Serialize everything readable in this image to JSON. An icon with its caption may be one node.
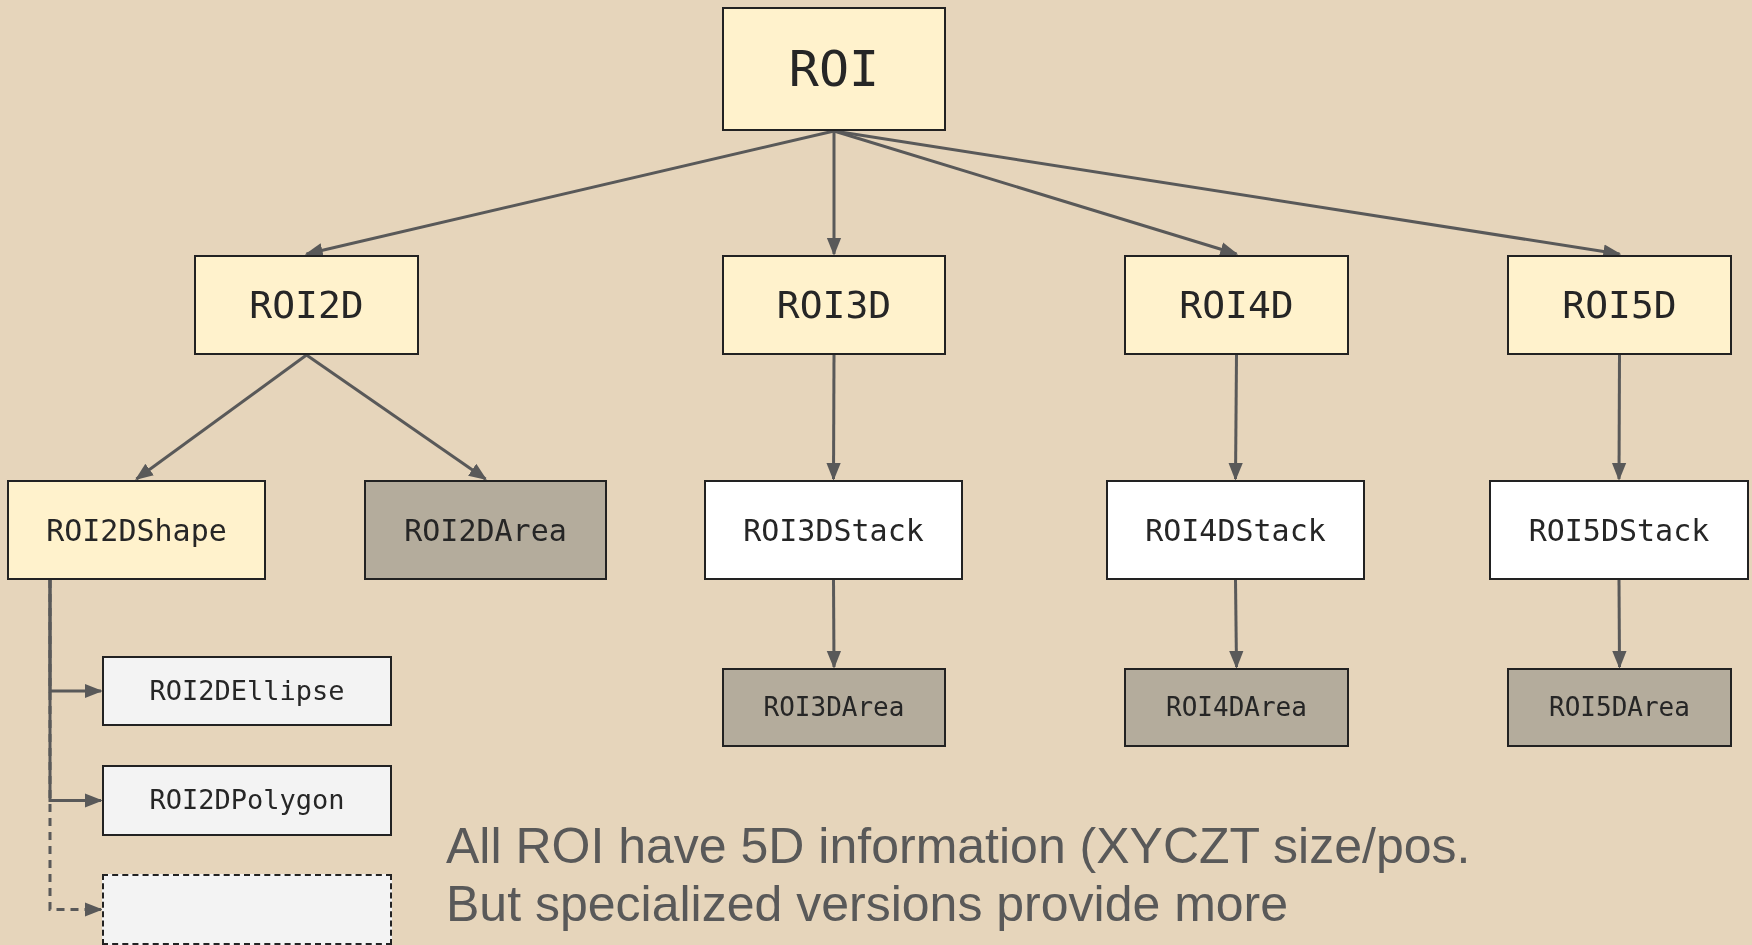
{
  "diagram": {
    "nodes": [
      {
        "text": [
          "ROI"
        ]
      },
      {
        "text": [
          "ROI2D"
        ]
      },
      {
        "text": [
          "ROI3D"
        ]
      },
      {
        "text": [
          "ROI4D"
        ]
      },
      {
        "text": [
          "ROI5D"
        ]
      },
      {
        "text": [
          "ROI2DShape"
        ]
      },
      {
        "text": [
          "ROI2DArea"
        ]
      },
      {
        "text": [
          "ROI3DStack"
        ]
      },
      {
        "text": [
          "ROI4DStack"
        ]
      },
      {
        "text": [
          "ROI5DStack"
        ]
      },
      {
        "text": [
          "ROI3DArea"
        ]
      },
      {
        "text": [
          "ROI4DArea"
        ]
      },
      {
        "text": [
          "ROI5DArea"
        ]
      },
      {
        "text": [
          "ROI2DEllipse"
        ]
      },
      {
        "text": [
          "ROI2DPolygon"
        ]
      },
      {
        "text": [],
        "shape": "box"
      }
    ],
    "edges": [
      {
        "from": 0,
        "to": 1,
        "arrow": "to"
      },
      {
        "from": 0,
        "to": 2,
        "arrow": "to"
      },
      {
        "from": 0,
        "to": 3,
        "arrow": "to"
      },
      {
        "from": 0,
        "to": 4,
        "arrow": "to"
      },
      {
        "from": 1,
        "to": 5,
        "arrow": "to"
      },
      {
        "from": 1,
        "to": 6,
        "arrow": "to"
      },
      {
        "from": 2,
        "to": 7,
        "arrow": "to"
      },
      {
        "from": 3,
        "to": 8,
        "arrow": "to"
      },
      {
        "from": 4,
        "to": 9,
        "arrow": "to"
      },
      {
        "from": 7,
        "to": 10,
        "arrow": "to"
      },
      {
        "from": 8,
        "to": 11,
        "arrow": "to"
      },
      {
        "from": 9,
        "to": 12,
        "arrow": "to"
      },
      {
        "from": 5,
        "to": 13,
        "arrow": "to"
      },
      {
        "from": 5,
        "to": 14,
        "arrow": "to"
      },
      {
        "from": 5,
        "to": 15,
        "arrow": "to",
        "style": "dashed"
      }
    ],
    "labels": [
      "All ROI have 5D information (XYCZT size/pos.",
      "But specialized versions provide more"
    ]
  }
}
